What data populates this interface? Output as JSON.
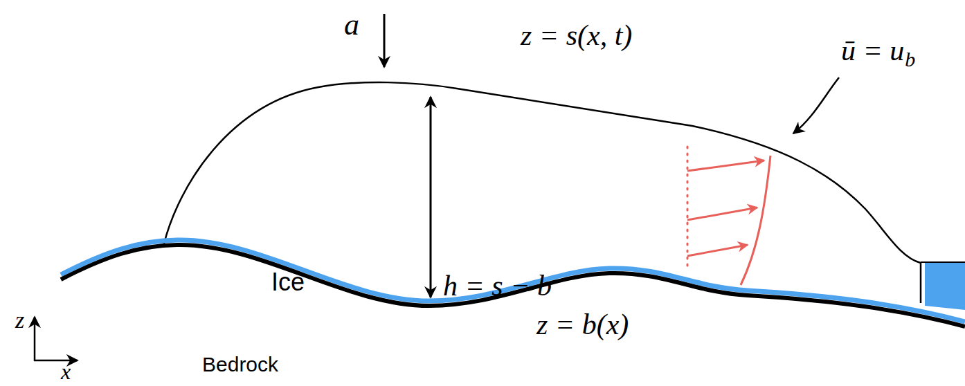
{
  "diagram": {
    "labels": [
      "a",
      "z = s(x, t)",
      "Ice",
      "h = s − b",
      "ū = u",
      "b",
      "z = b(x)",
      "z",
      "x",
      "Bedrock"
    ]
  }
}
